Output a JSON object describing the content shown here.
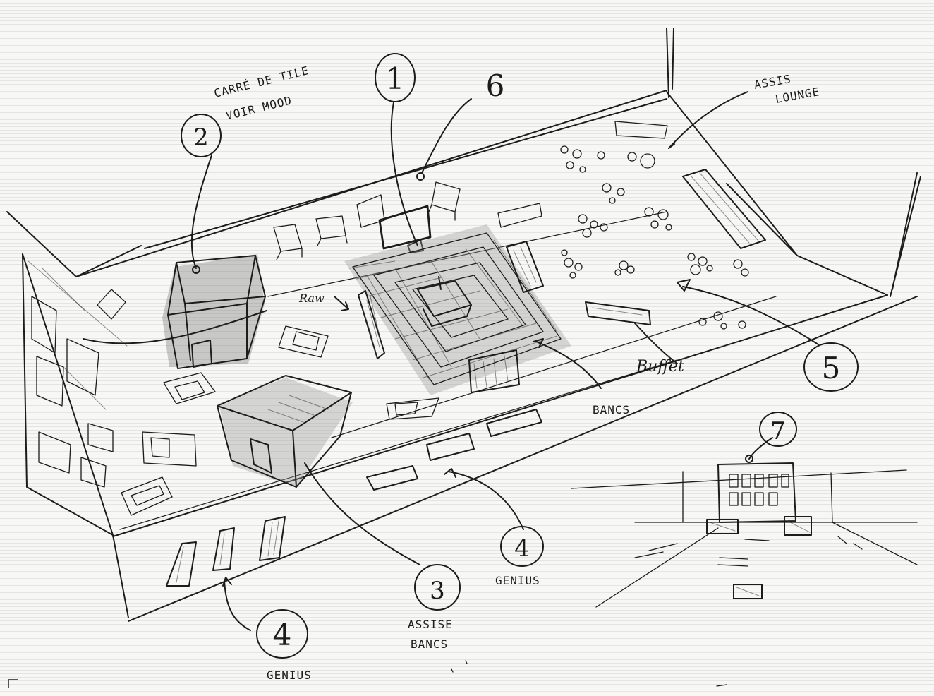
{
  "annotations": {
    "n1": "1",
    "n2": "2",
    "n3": "3",
    "n4a": "4",
    "n4b": "4",
    "n5": "5",
    "n6": "6",
    "n7": "7"
  },
  "labels": {
    "carre_line1": "CARRÉ DE TILE",
    "carre_line2": "VOIR MOOD",
    "assis_line1": "ASSIS",
    "assis_line2": "LOUNGE",
    "raw": "Raw",
    "buffet": "Buffet",
    "bancs": "BANCS",
    "genius_left": "GENIUS",
    "genius_mid": "GENIUS",
    "assise_line1": "ASSISE",
    "assise_line2": "BANCS"
  }
}
